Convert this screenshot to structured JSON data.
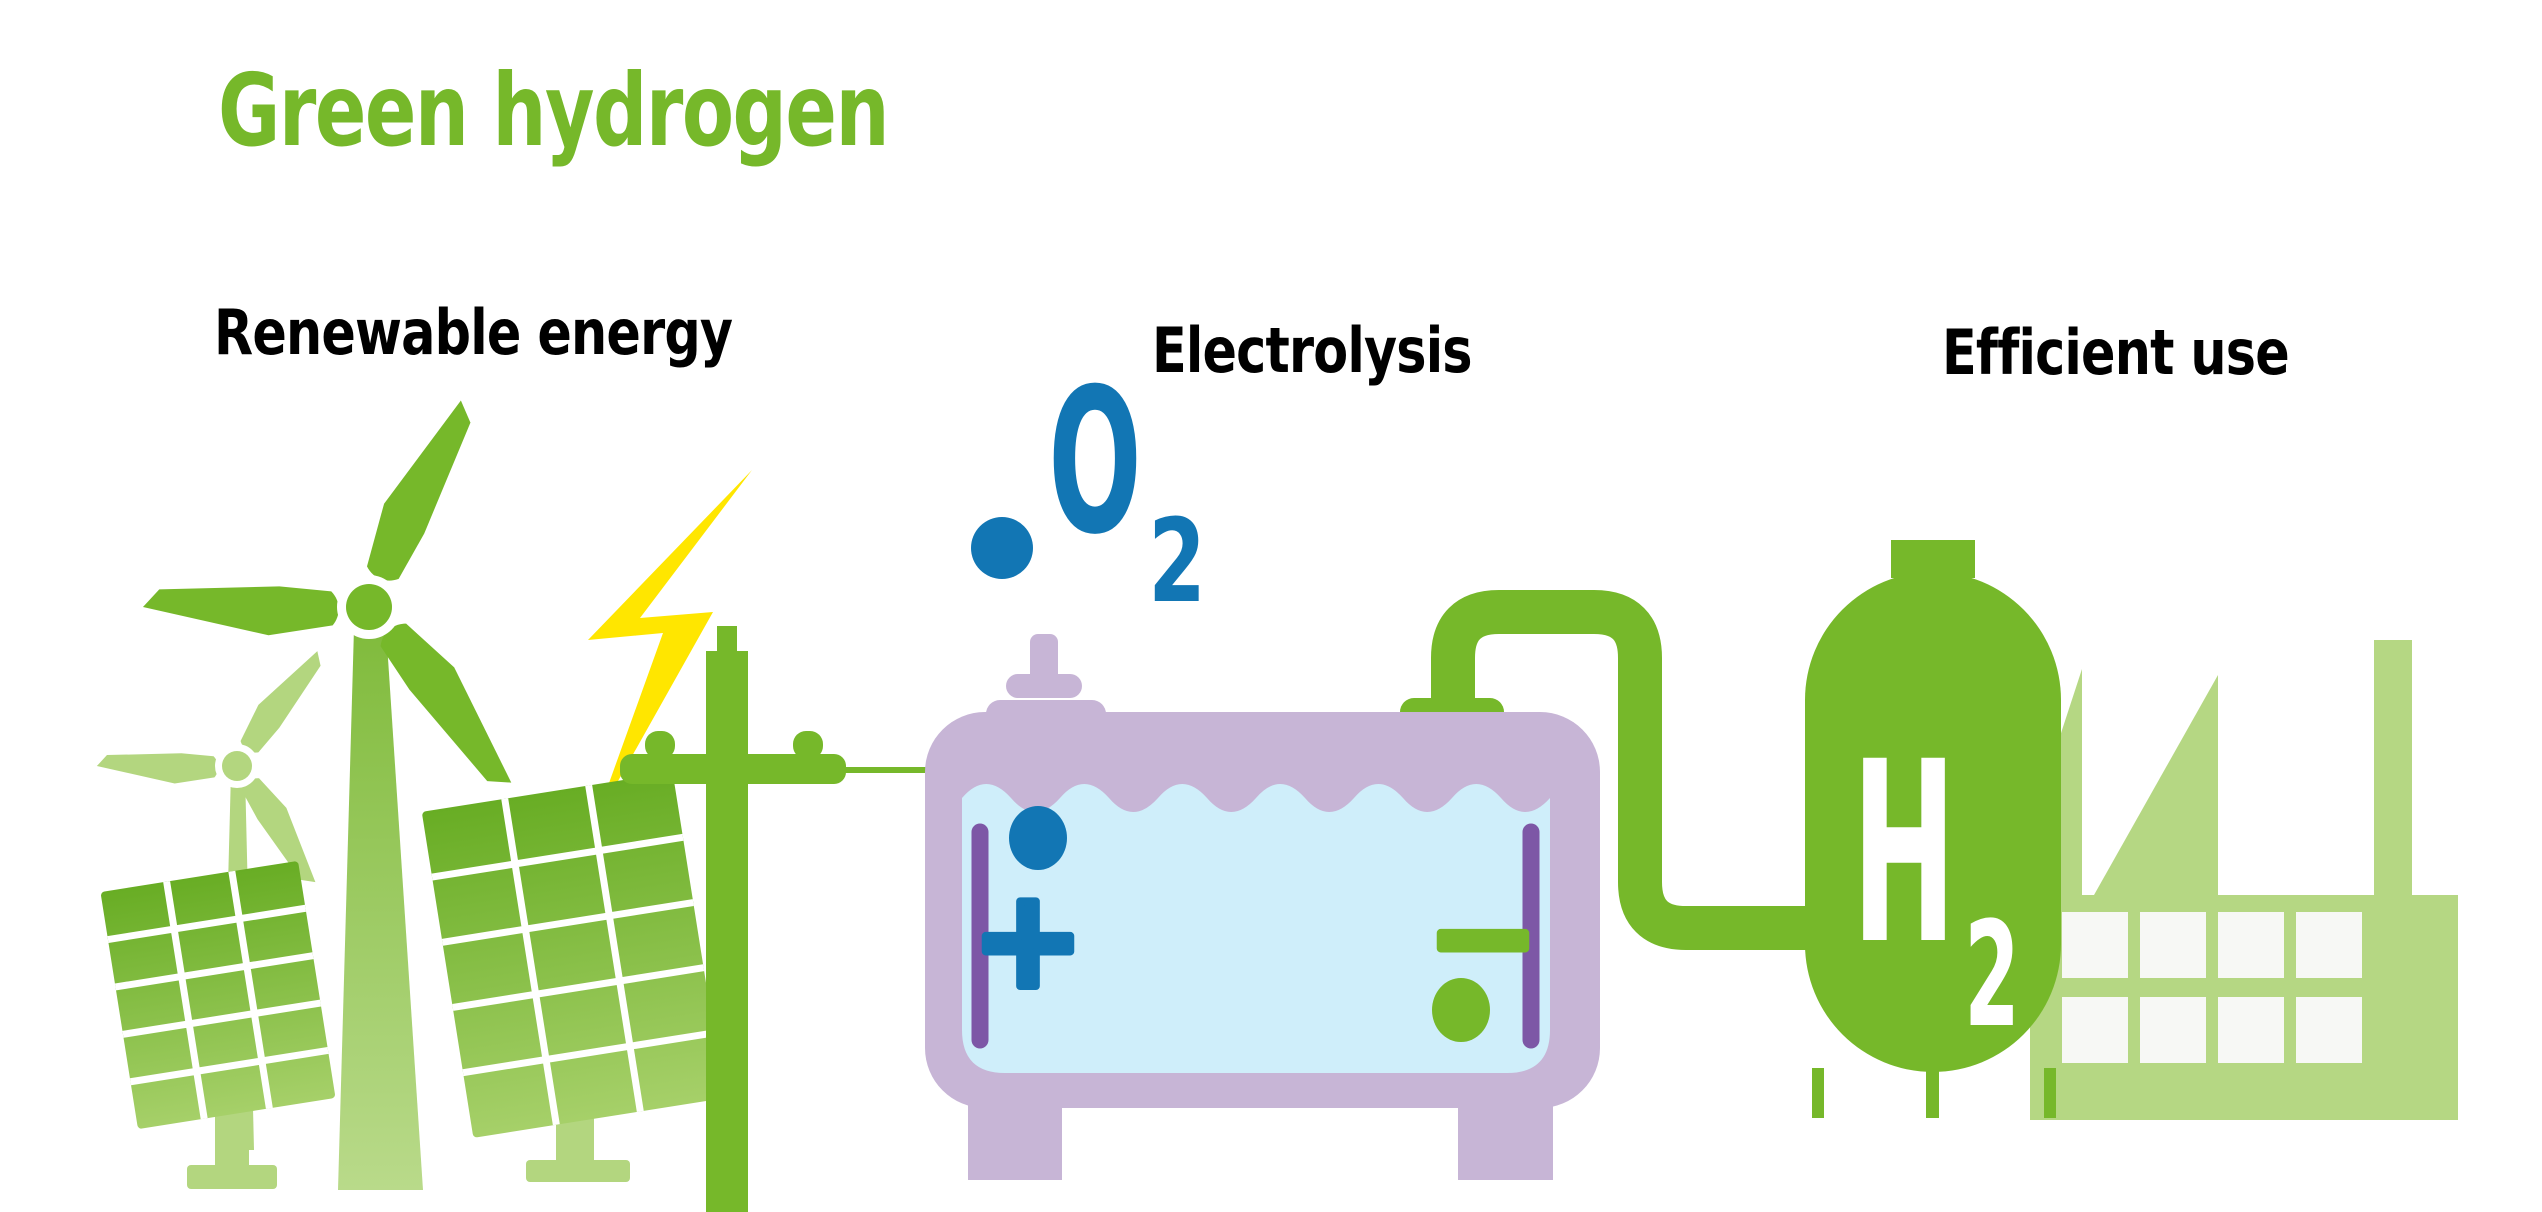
{
  "title": {
    "text": "Green hydrogen"
  },
  "sections": {
    "renewable": {
      "heading": "Renewable energy"
    },
    "electrolysis": {
      "heading": "Electrolysis"
    },
    "efficient": {
      "heading": "Efficient use"
    }
  },
  "labels": {
    "oxygen_symbol": "O",
    "oxygen_subscript": "2",
    "hydrogen_symbol": "H",
    "hydrogen_subscript": "2",
    "anode_sign": "+",
    "cathode_sign": "−"
  },
  "icons": [
    "wind-turbine-icon",
    "solar-panel-icon",
    "lightning-bolt-icon",
    "power-pole-icon",
    "electrolyzer-tank-icon",
    "h2-storage-tank-icon",
    "factory-icon",
    "oxygen-bubble-icon",
    "hydrogen-bubble-icon"
  ],
  "colors": {
    "green": "#76b82a",
    "light_green": "#b5d783",
    "panel_green_dark": "#68ad24",
    "panel_green_light": "#a6d069",
    "yellow": "#ffe600",
    "blue": "#1276b4",
    "water_blue": "#cfeefa",
    "lavender": "#c7b5d6",
    "purple": "#7d57a6",
    "window_white": "#f7f8f5",
    "cable_green": "#4d8d1f",
    "heading_black": "#000000"
  }
}
